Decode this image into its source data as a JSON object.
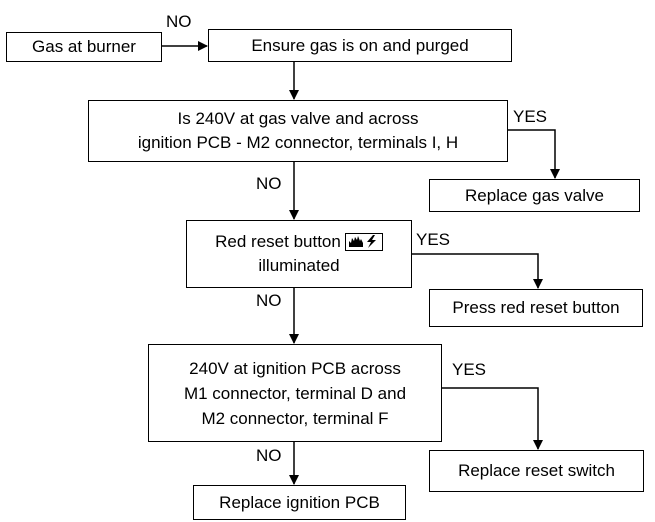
{
  "nodes": {
    "gas_at_burner": "Gas at burner",
    "ensure_gas": "Ensure gas is on and purged",
    "check_240v_gas_valve_line1": "Is 240V at gas valve and across",
    "check_240v_gas_valve_line2": "ignition PCB - M2 connector, terminals I, H",
    "replace_gas_valve": "Replace gas valve",
    "red_reset_line1": "Red reset button",
    "red_reset_line2": "illuminated",
    "press_red_reset": "Press red reset button",
    "check_240v_pcb_line1": "240V at ignition PCB across",
    "check_240v_pcb_line2": "M1 connector, terminal D and",
    "check_240v_pcb_line3": "M2 connector, terminal F",
    "replace_reset_switch": "Replace reset switch",
    "replace_ignition_pcb": "Replace ignition PCB"
  },
  "labels": {
    "no_1": "NO",
    "yes_1": "YES",
    "no_2": "NO",
    "yes_2": "YES",
    "no_3": "NO",
    "yes_3": "YES",
    "no_4": "NO"
  },
  "icons": {
    "reset_symbol": "flame-lightning-icon"
  }
}
